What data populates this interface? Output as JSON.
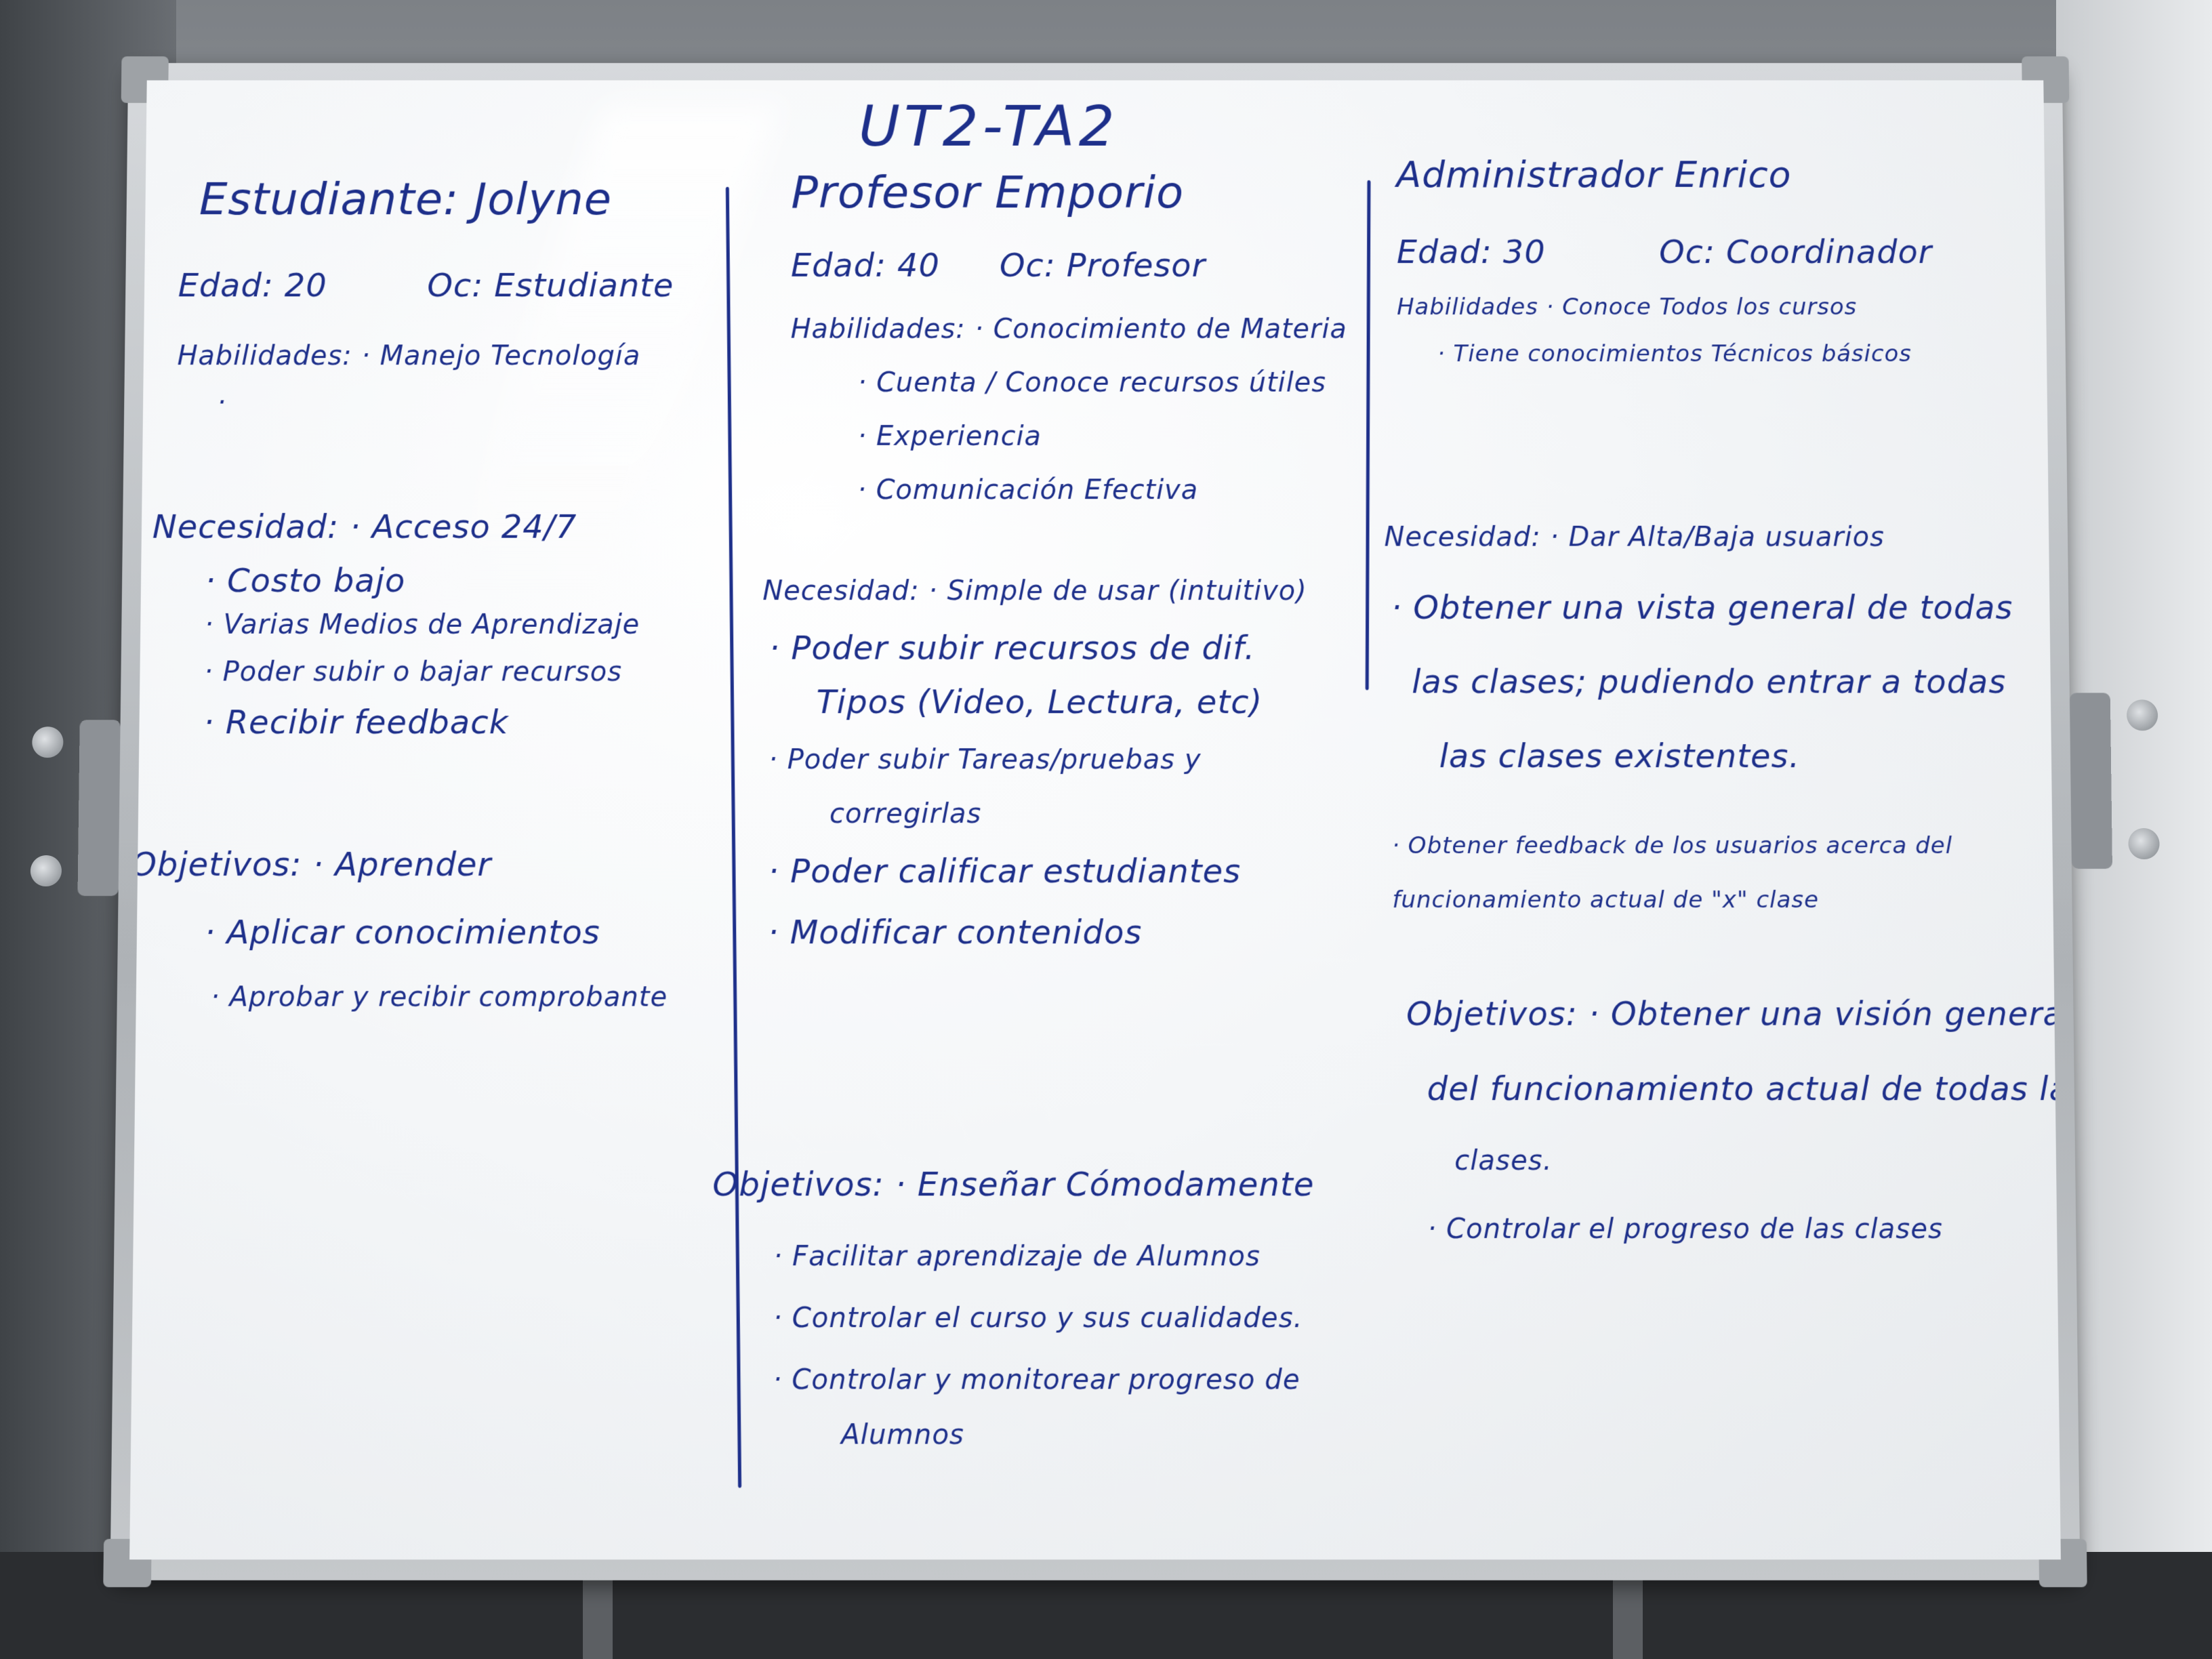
{
  "title": "UT2-TA2",
  "columns": {
    "student": {
      "name": "Estudiante: Jolyne",
      "age": "Edad: 20",
      "occupation": "Oc: Estudiante",
      "skills": [
        "Habilidades: · Manejo Tecnología",
        "·"
      ],
      "needs_label": "Necesidad: · Acceso 24/7",
      "needs": [
        "· Costo bajo",
        "· Varias Medios de Aprendizaje",
        "· Poder subir o bajar recursos",
        "· Recibir feedback"
      ],
      "goals_label": "Objetivos: · Aprender",
      "goals": [
        "· Aplicar conocimientos",
        "· Aprobar y recibir comprobante"
      ]
    },
    "teacher": {
      "name": "Profesor Emporio",
      "age": "Edad: 40",
      "occupation": "Oc: Profesor",
      "skills": [
        "Habilidades: · Conocimiento de Materia",
        "· Cuenta / Conoce recursos útiles",
        "· Experiencia",
        "· Comunicación Efectiva"
      ],
      "needs": [
        "Necesidad: · Simple de usar (intuitivo)",
        "· Poder subir recursos de dif.",
        "Tipos (Video, Lectura, etc)",
        "· Poder subir Tareas/pruebas y",
        "corregirlas",
        "· Poder calificar estudiantes",
        "· Modificar contenidos"
      ],
      "goals": [
        "Objetivos: · Enseñar Cómodamente",
        "· Facilitar aprendizaje de Alumnos",
        "· Controlar el curso y sus cualidades.",
        "· Controlar y monitorear progreso de",
        "Alumnos"
      ]
    },
    "admin": {
      "name": "Administrador Enrico",
      "age": "Edad: 30",
      "occupation": "Oc: Coordinador",
      "skills": [
        "Habilidades · Conoce Todos los cursos",
        "· Tiene conocimientos Técnicos básicos"
      ],
      "needs": [
        "Necesidad: · Dar Alta/Baja usuarios",
        "· Obtener una vista general de todas",
        "las clases; pudiendo entrar a todas",
        "las clases existentes.",
        "· Obtener feedback de los usuarios acerca del",
        "funcionamiento actual de \"x\" clase"
      ],
      "goals": [
        "Objetivos: · Obtener una visión general",
        "del funcionamiento actual de todas las",
        "clases.",
        "· Controlar el progreso de las clases"
      ]
    }
  },
  "colors": {
    "marker": "#1d2f8a",
    "board": "#f4f6f8"
  }
}
